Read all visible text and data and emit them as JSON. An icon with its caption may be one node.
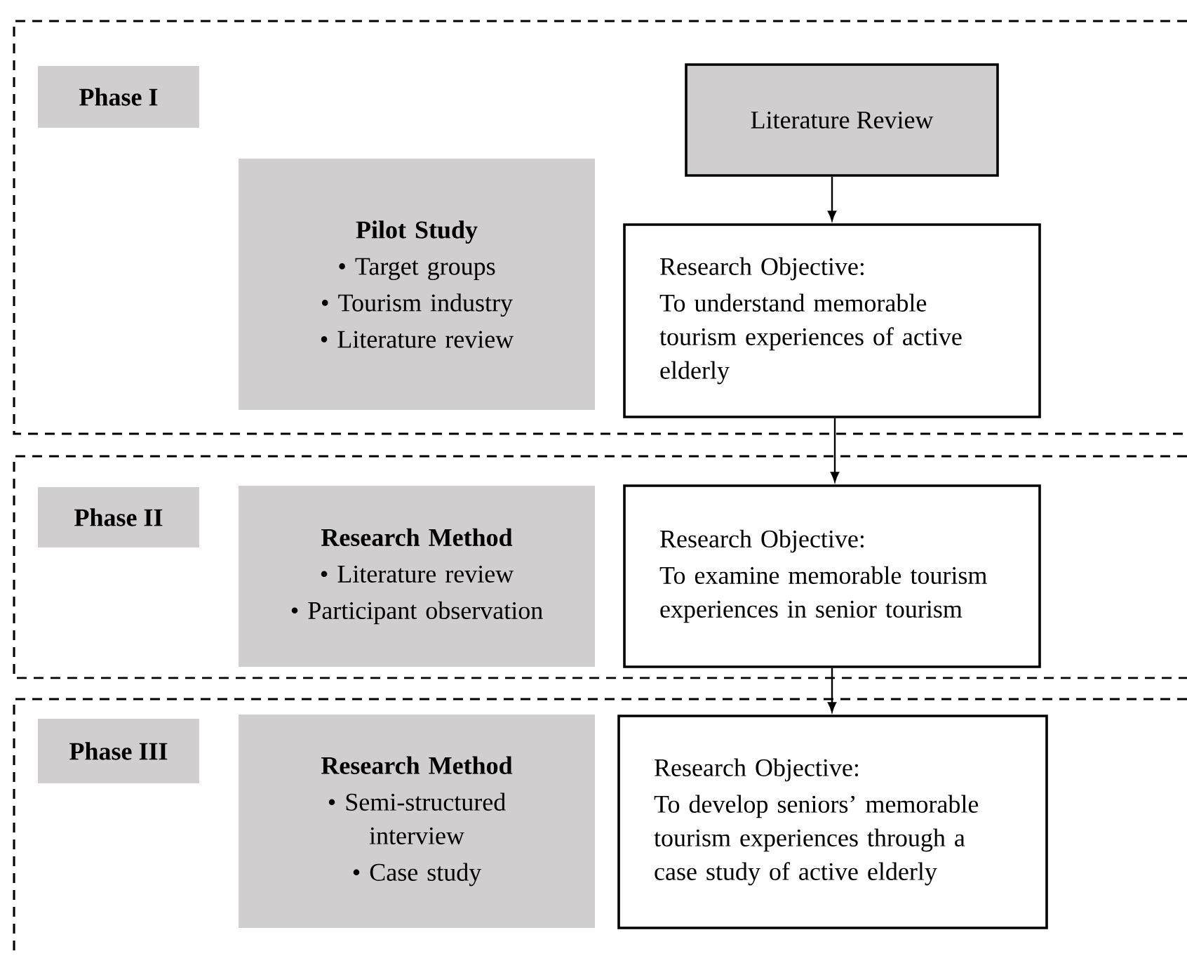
{
  "diagram": {
    "nodes": [
      {
        "text": [],
        "shape": "box"
      },
      {
        "text": [
          "Phase I"
        ],
        "in": 0
      },
      {
        "text": [
          "Literature Review"
        ],
        "in": 0
      },
      {
        "text": [
          "Pilot Study",
          "• Target groups",
          "• Tourism industry",
          "• Literature review"
        ],
        "in": 0
      },
      {
        "text": [
          "Research Objective:",
          "To understand memorable tourism experiences of active elderly"
        ],
        "in": 0
      },
      {
        "text": [],
        "shape": "box"
      },
      {
        "text": [
          "Phase II"
        ],
        "in": 5
      },
      {
        "text": [
          "Research Method",
          "• Literature review",
          "• Participant observation"
        ],
        "in": 5
      },
      {
        "text": [
          "Research Objective:",
          "To examine memorable tourism experiences in senior tourism"
        ],
        "in": 5
      },
      {
        "text": [],
        "shape": "box"
      },
      {
        "text": [
          "Phase III"
        ],
        "in": 9
      },
      {
        "text": [
          "Research Method",
          "• Semi-structured interview",
          "• Case study"
        ],
        "in": 9
      },
      {
        "text": [
          "Research Objective:",
          "To develop seniors’ memorable tourism experiences through a case study of active elderly"
        ],
        "in": 9
      }
    ],
    "edges": [
      {
        "from": 2,
        "to": 4,
        "arrow": "to"
      },
      {
        "from": 4,
        "to": 8,
        "arrow": "to"
      },
      {
        "from": 8,
        "to": 12,
        "arrow": "to"
      }
    ]
  }
}
